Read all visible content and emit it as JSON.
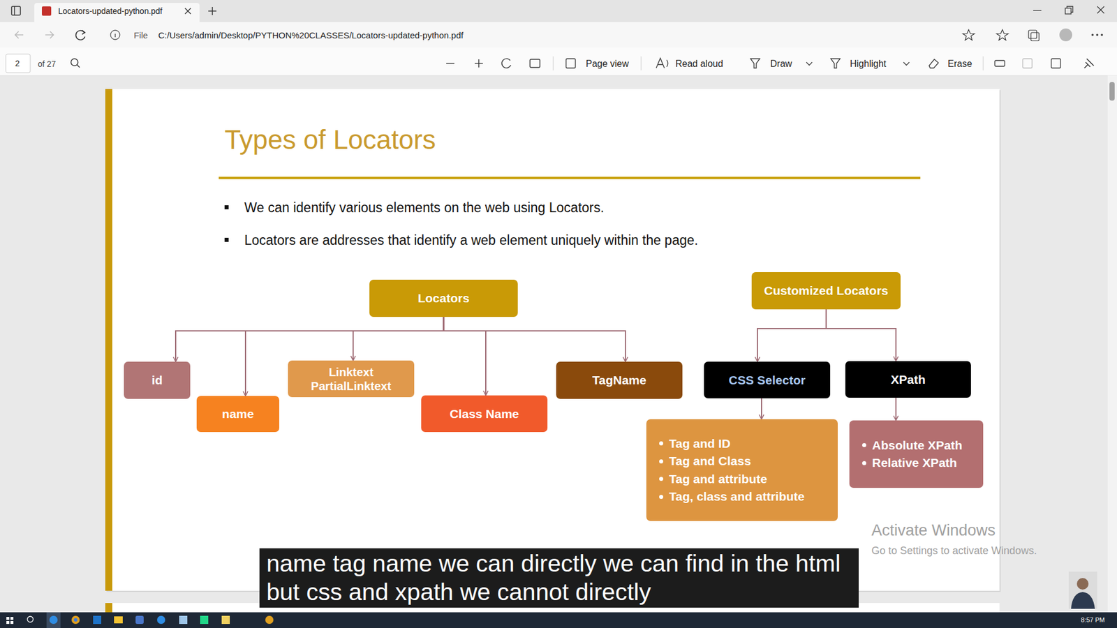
{
  "diagram": {
    "title": "Types of Locators",
    "nodes": [
      {
        "text": [
          "Locators"
        ]
      },
      {
        "text": [
          "Customized Locators"
        ]
      },
      {
        "text": [
          "id"
        ]
      },
      {
        "text": [
          "name"
        ]
      },
      {
        "text": [
          "Linktext",
          "PartialLinktext"
        ]
      },
      {
        "text": [
          "Class Name"
        ]
      },
      {
        "text": [
          "TagName"
        ]
      },
      {
        "text": [
          "CSS Selector"
        ]
      },
      {
        "text": [
          "XPath"
        ]
      },
      {
        "text": [
          "Tag and ID",
          "Tag and Class",
          "Tag and attribute",
          "Tag, class and attribute"
        ]
      },
      {
        "text": [
          "Absolute XPath",
          "Relative XPath"
        ]
      }
    ],
    "edges": [
      {
        "from": 0,
        "to": 2,
        "arrow": "to"
      },
      {
        "from": 0,
        "to": 3,
        "arrow": "to"
      },
      {
        "from": 0,
        "to": 4,
        "arrow": "to"
      },
      {
        "from": 0,
        "to": 5,
        "arrow": "to"
      },
      {
        "from": 0,
        "to": 6,
        "arrow": "to"
      },
      {
        "from": 1,
        "to": 7,
        "arrow": "to"
      },
      {
        "from": 1,
        "to": 8,
        "arrow": "to"
      },
      {
        "from": 7,
        "to": 9,
        "arrow": "to"
      },
      {
        "from": 8,
        "to": 10,
        "arrow": "to"
      }
    ],
    "labels": [
      "Locators-updated-python.pdf",
      "File",
      "C:/Users/admin/Desktop/PYTHON%20CLASSES/Locators-updated-python.pdf",
      "2",
      "of 27",
      "Page view",
      "Read aloud",
      "Draw",
      "Highlight",
      "Erase",
      "We can identify various elements on the web using Locators.",
      "Locators are addresses that identify a web element uniquely within the page.",
      "Activate Windows",
      "Go to Settings to activate Windows.",
      "name tag name we can directly we can find in the html but css and xpath we cannot directly",
      "8:57 PM"
    ]
  }
}
